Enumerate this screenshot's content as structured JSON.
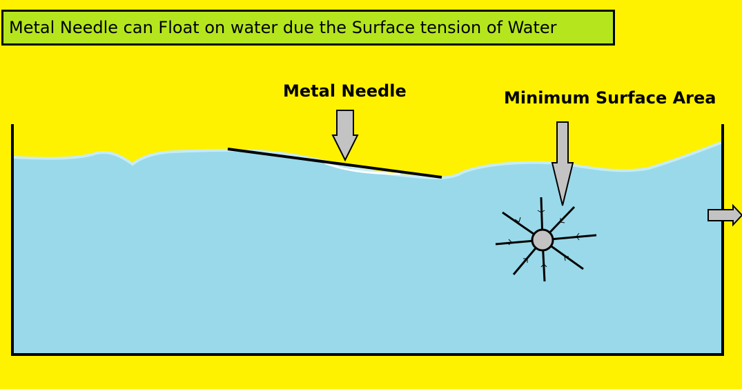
{
  "title": "Metal Needle can Float on water due the Surface tension of Water",
  "labels": {
    "needle": "Metal Needle",
    "area": "Minimum Surface Area"
  },
  "colors": {
    "background": "#fff200",
    "title_box": "#b5e61d",
    "water": "#99d9ea",
    "arrow": "#c3c3c3",
    "molecule": "#c3c3c3",
    "outline": "#000000"
  }
}
